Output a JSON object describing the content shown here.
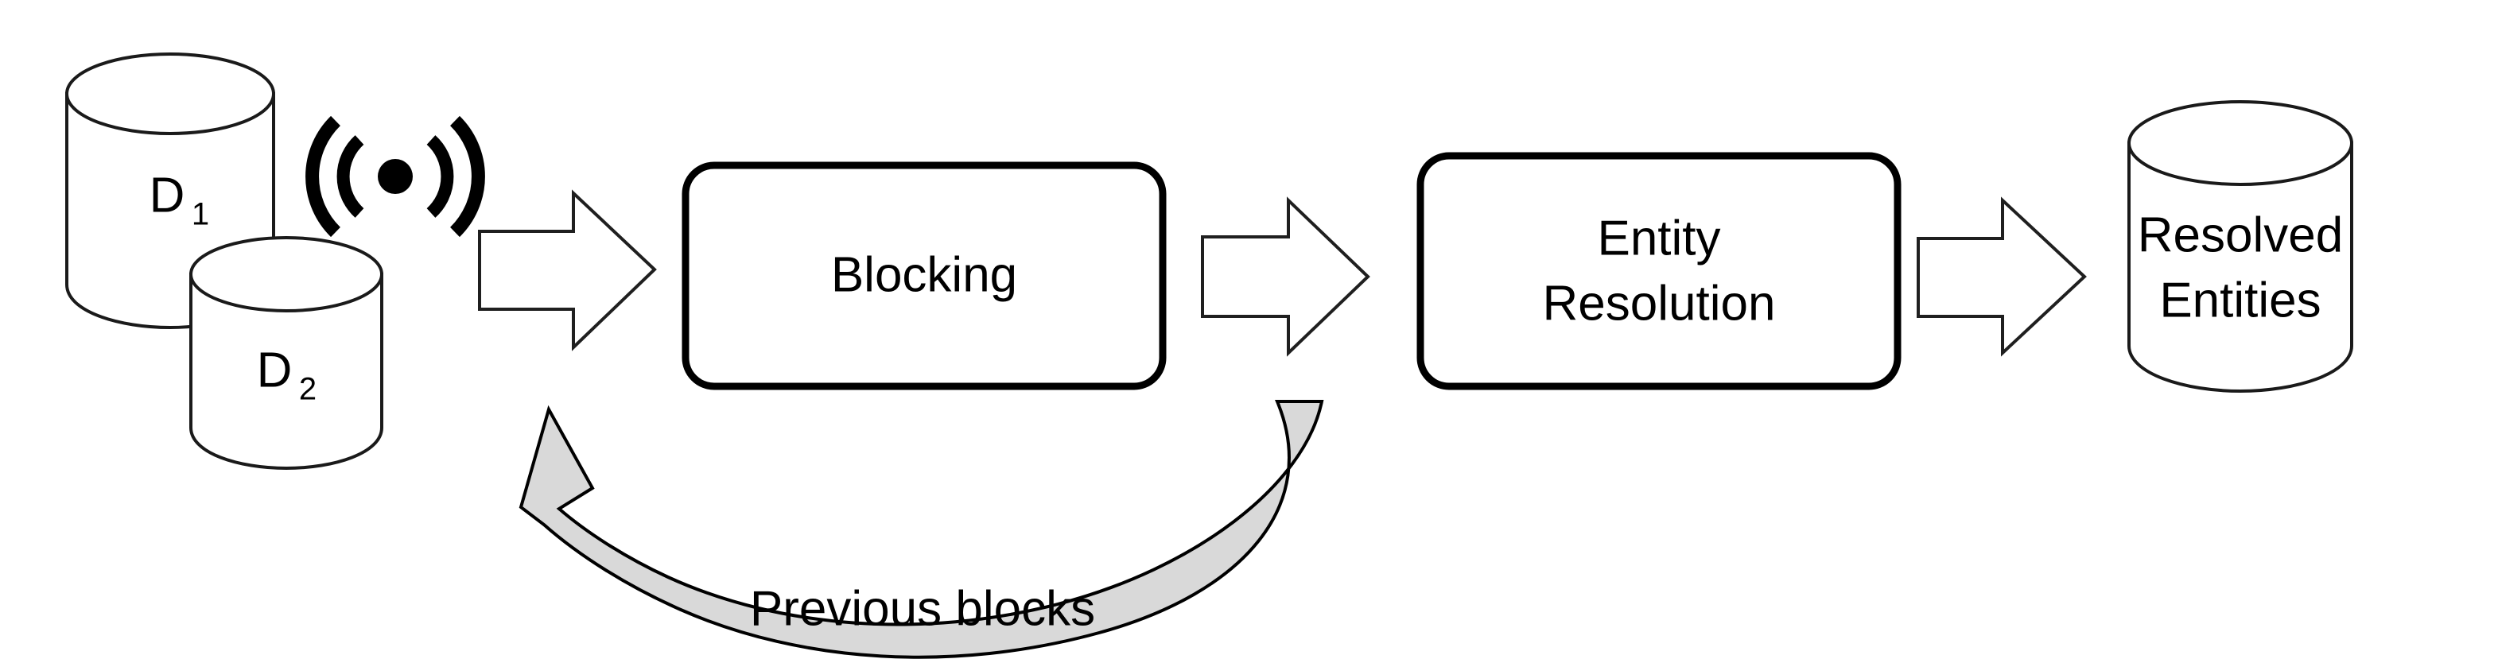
{
  "diagram": {
    "title": "Entity Resolution Pipeline with Blocking Feedback Loop",
    "background_color": "#ffffff",
    "stroke_color": "#000000",
    "ribbon_fill_color": "#d9d9d9",
    "shape_fill_color": "#ffffff",
    "nodes": [
      {
        "id": "source-db-1",
        "type": "cylinder",
        "label": "D",
        "subscript": "1",
        "role": "input-datasource"
      },
      {
        "id": "source-db-2",
        "type": "cylinder",
        "label": "D",
        "subscript": "2",
        "role": "input-datasource"
      },
      {
        "id": "streaming-signal",
        "type": "icon",
        "icon_name": "broadcast-signal-icon",
        "label": "((•))",
        "role": "streaming-indicator"
      },
      {
        "id": "blocking",
        "type": "process",
        "label": "Blocking",
        "role": "process-stage"
      },
      {
        "id": "entity-resolution",
        "type": "process",
        "label_line_1": "Entity",
        "label_line_2": "Resolution",
        "role": "process-stage"
      },
      {
        "id": "resolved-entities",
        "type": "cylinder",
        "label_line_1": "Resolved",
        "label_line_2": "Entities",
        "role": "output-datastore"
      }
    ],
    "edges": [
      {
        "id": "edge-sources-to-blocking",
        "type": "block-arrow",
        "direction": "right",
        "from": "source-db-1",
        "to": "blocking",
        "label": ""
      },
      {
        "id": "edge-blocking-to-er",
        "type": "block-arrow",
        "direction": "right",
        "from": "blocking",
        "to": "entity-resolution",
        "label": ""
      },
      {
        "id": "edge-er-to-resolved",
        "type": "block-arrow",
        "direction": "right",
        "from": "entity-resolution",
        "to": "resolved-entities",
        "label": ""
      },
      {
        "id": "edge-feedback-loop",
        "type": "curved-ribbon-arrow",
        "direction": "right-to-left",
        "from": "entity-resolution",
        "to": "blocking",
        "label": "Previous blocks"
      }
    ]
  }
}
